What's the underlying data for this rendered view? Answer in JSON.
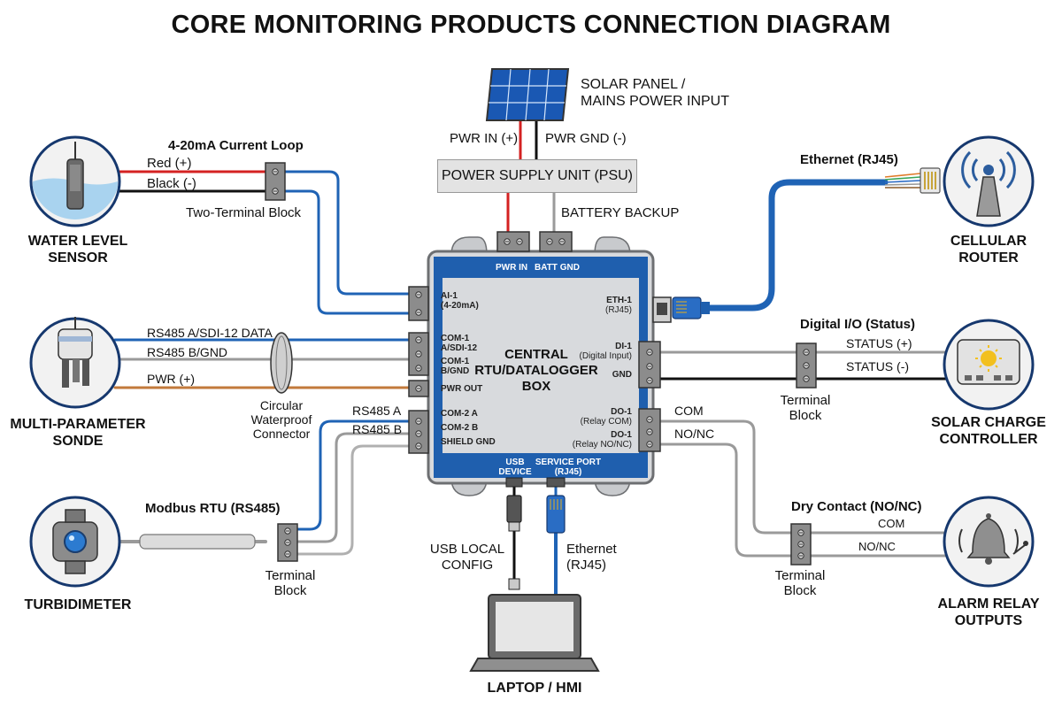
{
  "title": "CORE MONITORING PRODUCTS CONNECTION DIAGRAM",
  "devices": {
    "water_level_sensor": [
      "WATER LEVEL",
      "SENSOR"
    ],
    "multi_parameter_sonde": [
      "MULTI-PARAMETER",
      "SONDE"
    ],
    "turbidimeter": [
      "TURBIDIMETER"
    ],
    "solar_panel": [
      "SOLAR PANEL /",
      "MAINS POWER INPUT"
    ],
    "cellular_router": [
      "CELLULAR",
      "ROUTER"
    ],
    "solar_charge_controller": [
      "SOLAR CHARGE",
      "CONTROLLER"
    ],
    "alarm_relay_outputs": [
      "ALARM RELAY",
      "OUTPUTS"
    ],
    "laptop_hmi": [
      "LAPTOP / HMI"
    ]
  },
  "psu_label": "POWER SUPPLY UNIT (PSU)",
  "central_box": {
    "title": [
      "CENTRAL",
      "RTU/DATALOGGER",
      "BOX"
    ],
    "top_ports": [
      "PWR IN",
      "BATT GND"
    ],
    "left_ports": [
      [
        "AI-1",
        "(4-20mA)"
      ],
      [
        "COM-1",
        "A/SDI-12"
      ],
      [
        "COM-1",
        "B/GND"
      ],
      [
        "PWR OUT"
      ],
      [
        "COM-2 A"
      ],
      [
        "COM-2 B"
      ],
      [
        "SHIELD GND"
      ]
    ],
    "right_ports": [
      [
        "ETH-1",
        "(RJ45)"
      ],
      [
        "DI-1",
        "(Digital Input)"
      ],
      [
        "GND"
      ],
      [
        "DO-1",
        "(Relay COM)"
      ],
      [
        "DO-1",
        "(Relay NO/NC)"
      ]
    ],
    "bottom_ports": [
      [
        "USB",
        "DEVICE"
      ],
      [
        "SERVICE PORT",
        "(RJ45)"
      ]
    ]
  },
  "wire_labels": {
    "current_loop": "4-20mA Current Loop",
    "red": "Red (+)",
    "black": "Black (-)",
    "two_terminal_block": "Two-Terminal Block",
    "pwr_in": "PWR IN (+)",
    "pwr_gnd": "PWR GND (-)",
    "battery_backup": "BATTERY BACKUP",
    "rs485_a_sdi": "RS485 A/SDI-12 DATA",
    "rs485_b_gnd": "RS485 B/GND",
    "pwr_plus": "PWR (+)",
    "circular_connector": [
      "Circular",
      "Waterproof",
      "Connector"
    ],
    "rs485_a": "RS485 A",
    "rs485_b": "RS485 B",
    "modbus": "Modbus RTU (RS485)",
    "terminal_block": [
      "Terminal",
      "Block"
    ],
    "ethernet_rj45": "Ethernet (RJ45)",
    "digital_io": "Digital I/O (Status)",
    "status_plus": "STATUS (+)",
    "status_minus": "STATUS (-)",
    "com": "COM",
    "no_nc": "NO/NC",
    "dry_contact": "Dry Contact (NO/NC)",
    "usb_local_config": [
      "USB LOCAL",
      "CONFIG"
    ],
    "ethernet_lower": [
      "Ethernet",
      "(RJ45)"
    ]
  },
  "colors": {
    "box_blue": "#1f5fae",
    "box_body": "#d8dadd",
    "box_outline": "#6d6f72",
    "wire_blue": "#1f63b5",
    "wire_red": "#d42222",
    "wire_black": "#111111",
    "wire_gray": "#9a9a9a",
    "icon_circle_fill": "#f2f2f2",
    "icon_outline": "#16386e",
    "terminal": "#8c8c8c"
  }
}
